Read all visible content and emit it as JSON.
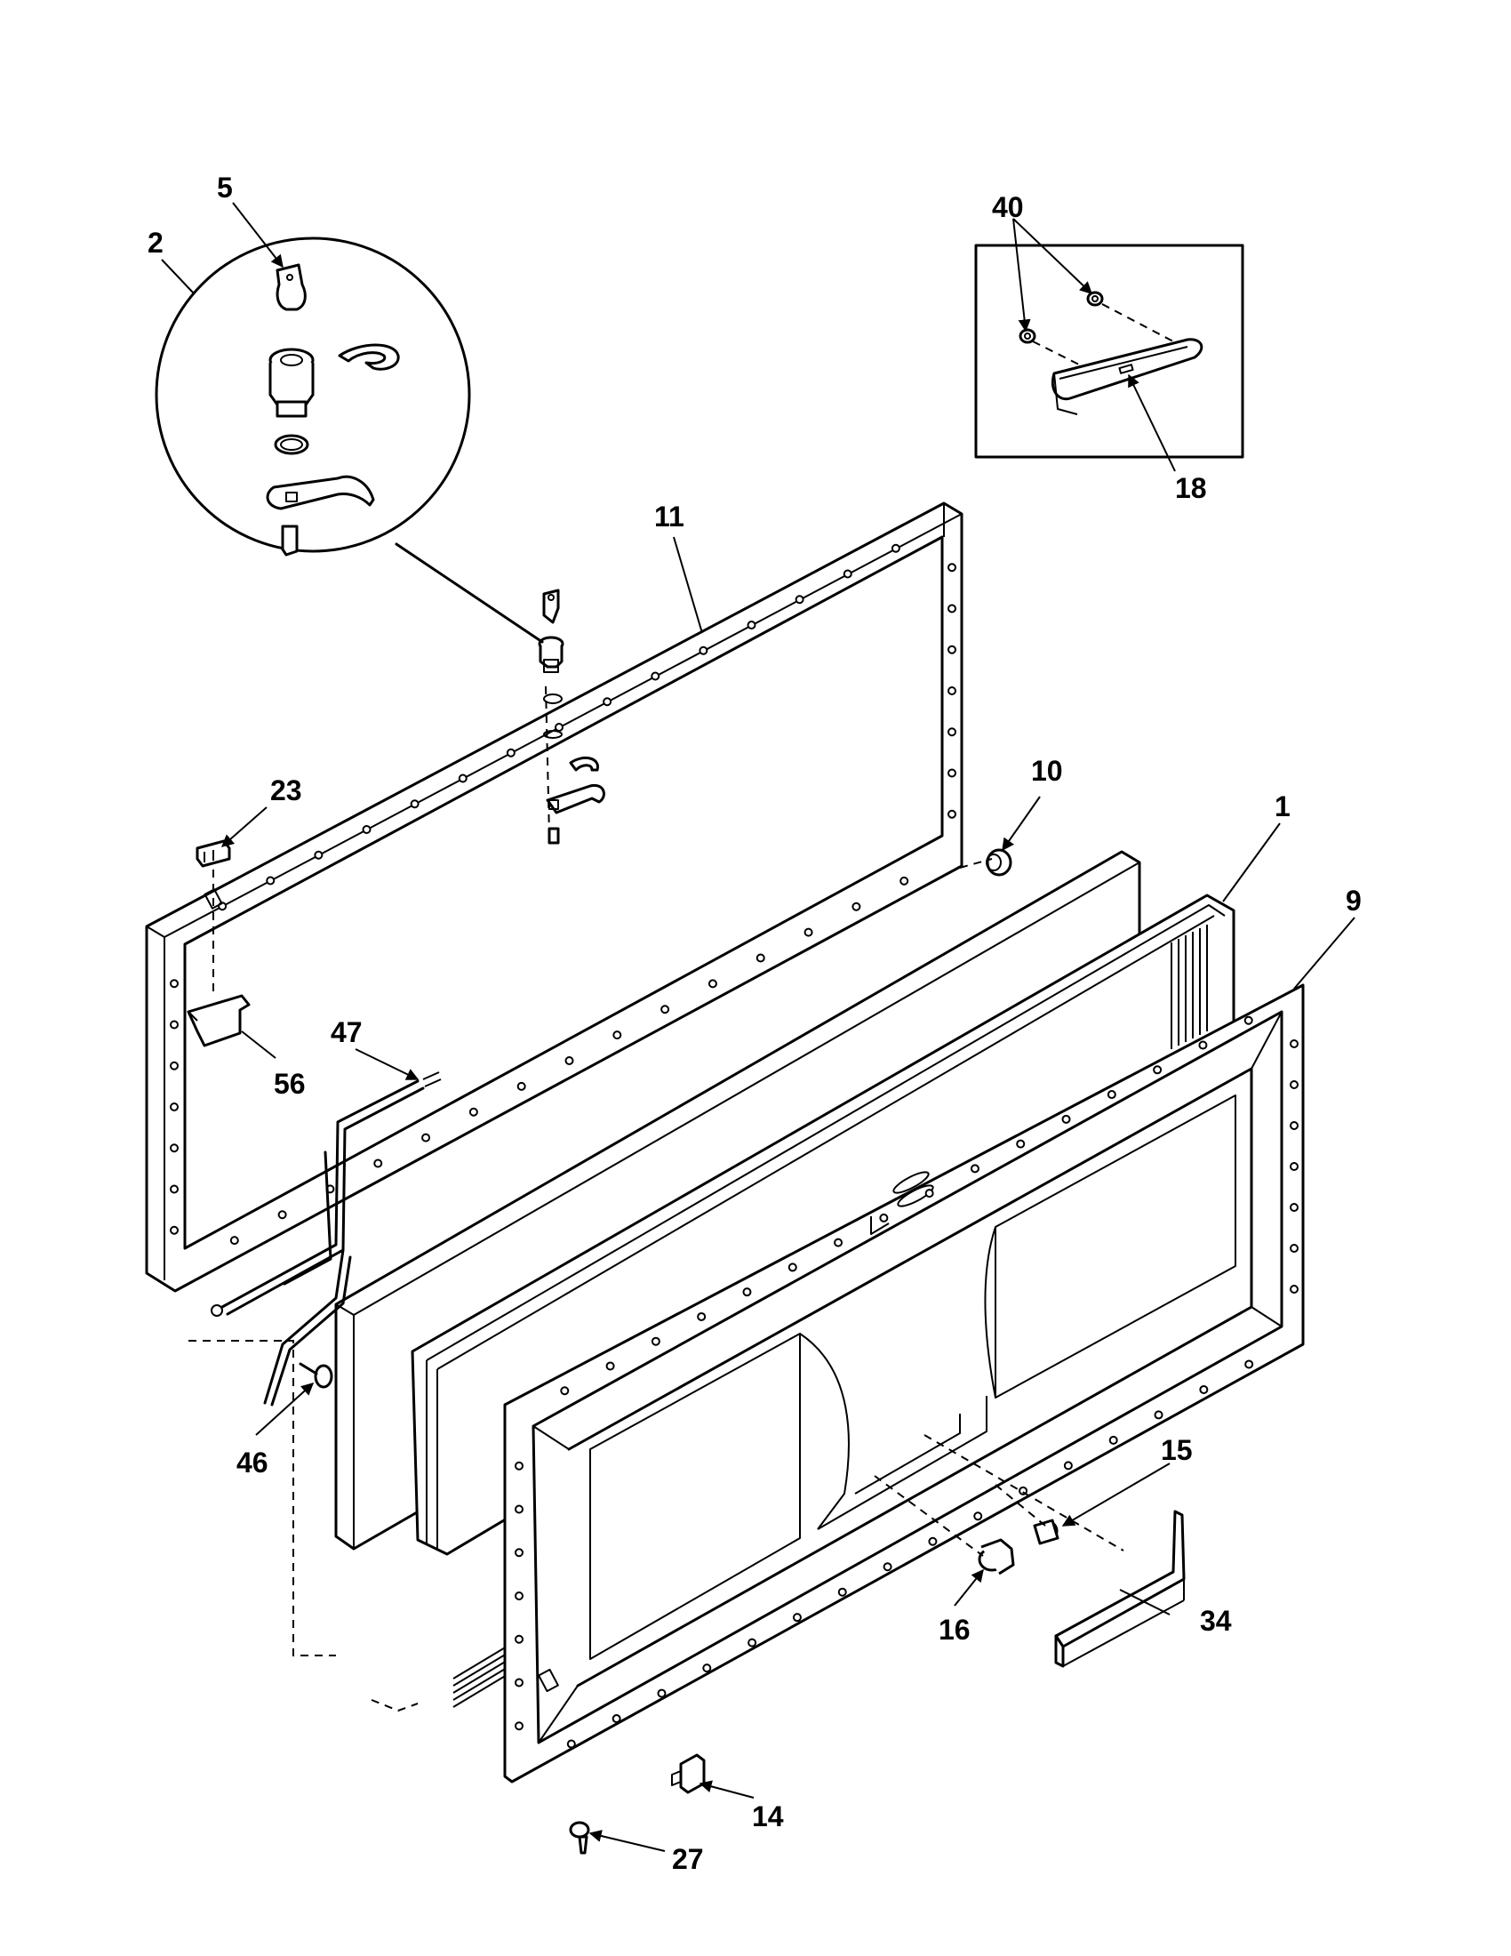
{
  "diagram": {
    "part_numbers": [
      "1",
      "2",
      "5",
      "9",
      "10",
      "11",
      "14",
      "15",
      "16",
      "18",
      "23",
      "27",
      "34",
      "40",
      "46",
      "47",
      "56"
    ]
  }
}
